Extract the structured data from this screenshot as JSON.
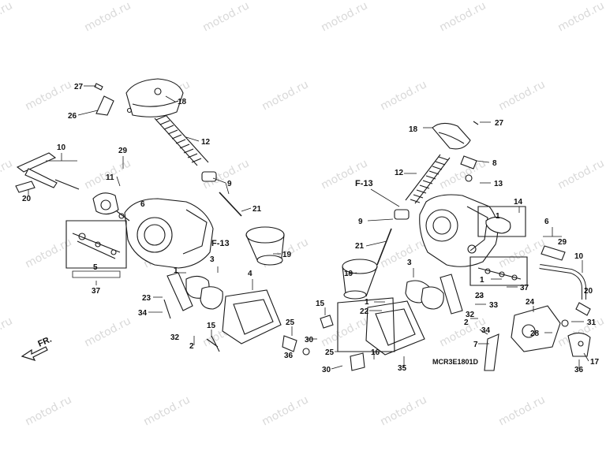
{
  "watermark": "motod.ru",
  "diagram_code": "MCR3E1801D",
  "front_label": "FR.",
  "ref_label": "F-13",
  "part_numbers": [
    "1",
    "2",
    "3",
    "4",
    "5",
    "6",
    "7",
    "8",
    "9",
    "10",
    "11",
    "12",
    "13",
    "14",
    "15",
    "16",
    "17",
    "18",
    "19",
    "20",
    "21",
    "22",
    "23",
    "24",
    "25",
    "26",
    "27",
    "28",
    "29",
    "30",
    "31",
    "32",
    "33",
    "34",
    "35",
    "36",
    "37"
  ],
  "colors": {
    "line": "#1a1a1a",
    "watermark": "#d9d9d9",
    "background": "#ffffff"
  }
}
